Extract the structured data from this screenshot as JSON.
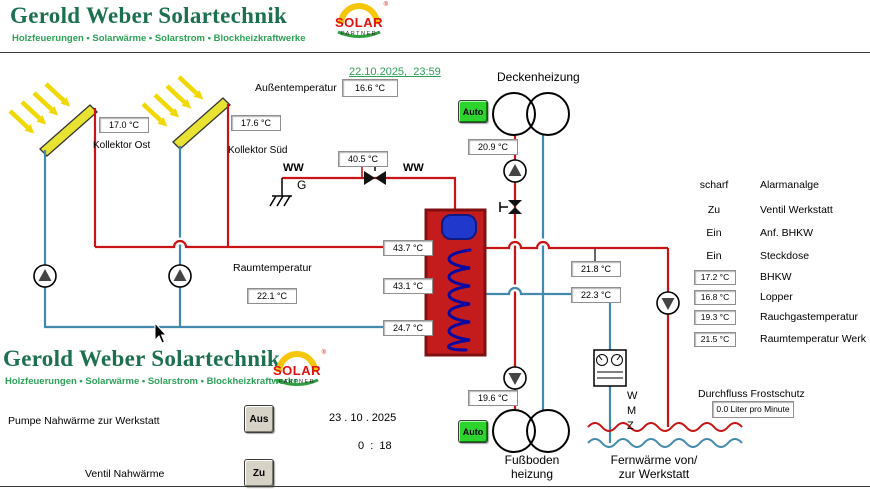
{
  "brand": {
    "title": "Gerold Weber Solartechnik",
    "subtitle": "Holzfeuerungen • Solarwärme • Solarstrom • Blockheizkraftwerke",
    "logo_solar": "SOLAR",
    "logo_partner": "PARTNER",
    "logo_reg": "®"
  },
  "top": {
    "datetime": "22.10.2025,  23:59",
    "outdoor_label": "Außentemperatur",
    "outdoor_value": "16.6 °C"
  },
  "collectors": {
    "ost_label": "Kollektor Ost",
    "ost_temp": "17.0 °C",
    "sued_label": "Kollektor Süd",
    "sued_temp": "17.6 °C"
  },
  "deckenheizung": {
    "label": "Deckenheizung",
    "auto_button": "Auto",
    "supply_temp": "20.9 °C"
  },
  "ww": {
    "left": "WW",
    "right": "WW",
    "g": "G",
    "temp": "40.5 °C"
  },
  "tank": {
    "temp_top": "43.7 °C",
    "temp_mid": "43.1 °C",
    "temp_bottom": "24.7 °C"
  },
  "room": {
    "label": "Raumtemperatur",
    "value": "22.1 °C"
  },
  "pipes": {
    "temp_supply": "21.8 °C",
    "temp_return": "22.3 °C"
  },
  "right_panel": {
    "rows": [
      {
        "status": "scharf",
        "label": "Alarmanalge"
      },
      {
        "status": "Zu",
        "label": "Ventil Werkstatt"
      },
      {
        "status": "Ein",
        "label": "Anf. BHKW"
      },
      {
        "status": "Ein",
        "label": "Steckdose"
      },
      {
        "status": "17.2 °C",
        "label": "BHKW"
      },
      {
        "status": "16.8 °C",
        "label": "Lopper"
      },
      {
        "status": "19.3 °C",
        "label": "Rauchgastemperatur"
      },
      {
        "status": "21.5 °C",
        "label": "Raumtemperatur Werk"
      }
    ],
    "durchfluss_label": "Durchfluss Frostschutz",
    "durchfluss_value": "0.0 Liter pro Minute"
  },
  "wmz": {
    "w": "W",
    "m": "M",
    "z": "Z"
  },
  "fussboden": {
    "label1": "Fußboden",
    "label2": "heizung",
    "temp": "19.6 °C",
    "auto_button": "Auto"
  },
  "fernwaerme": {
    "label1": "Fernwärme von/",
    "label2": "zur Werkstatt"
  },
  "bottom": {
    "pumpe_label": "Pumpe Nahwärme zur Werkstatt",
    "pumpe_state": "Aus",
    "ventil_label": "Ventil Nahwärme",
    "ventil_state": "Zu",
    "date": "23 . 10 . 2025",
    "time": "0  :  18"
  },
  "colors": {
    "hot": "#c81414",
    "cold": "#4389ad",
    "brand_green": "#1c6f4f",
    "auto_green": "#2ed42e"
  }
}
